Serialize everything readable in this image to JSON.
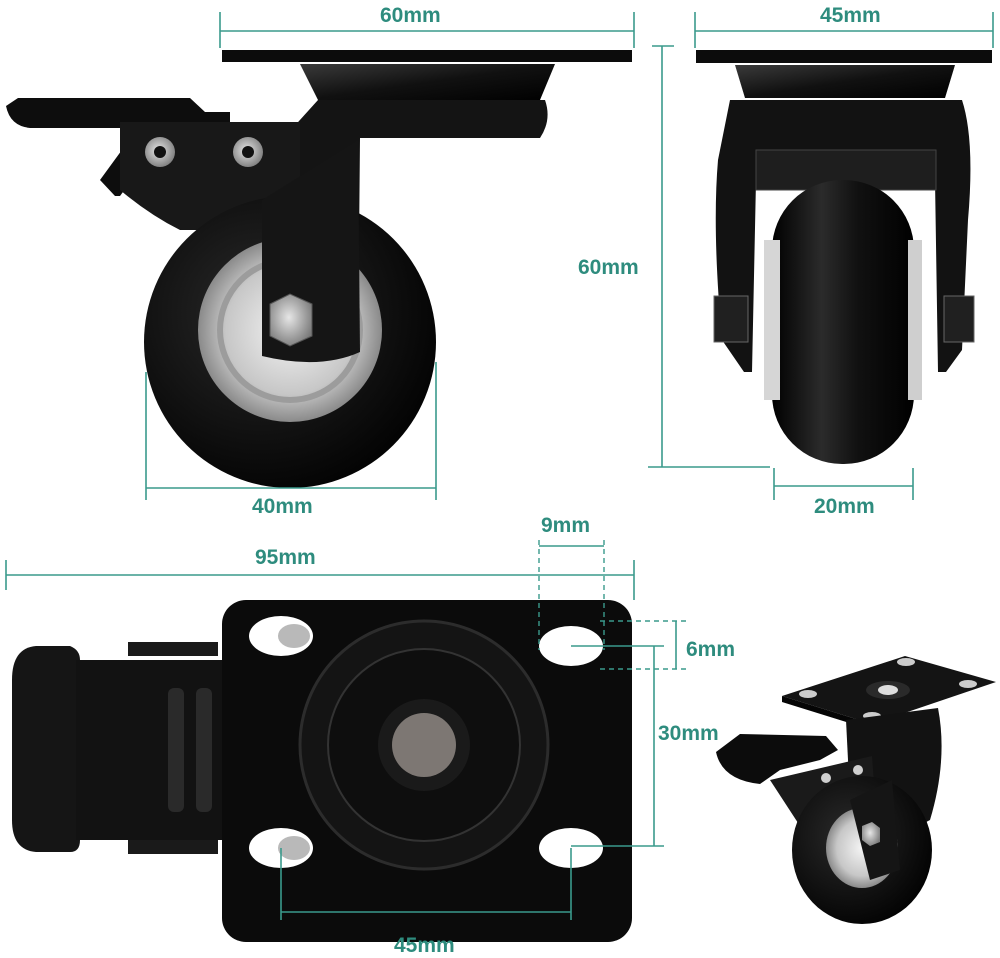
{
  "dimensions": {
    "top_plate_width": "60mm",
    "front_plate_width": "45mm",
    "overall_height": "60mm",
    "wheel_diameter": "40mm",
    "wheel_width": "20mm",
    "overall_length": "95mm",
    "hole_width": "9mm",
    "hole_height": "6mm",
    "hole_spacing_vertical": "30mm",
    "hole_spacing_horizontal": "45mm"
  },
  "colors": {
    "dimension_accent": "#2e8c7e",
    "product_black": "#111111",
    "wheel_hub": "#c9c9c9"
  }
}
